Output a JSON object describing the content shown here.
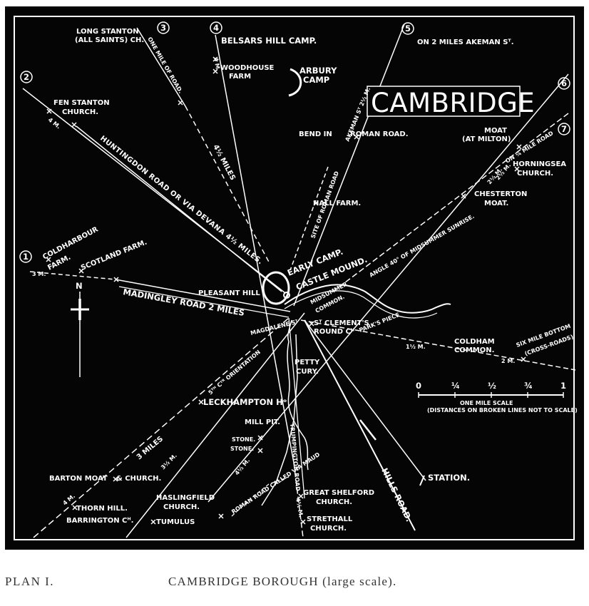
{
  "map": {
    "title": "CAMBRIDGE",
    "route_numbers": [
      "1",
      "2",
      "3",
      "4",
      "5",
      "6",
      "7"
    ],
    "places": {
      "long_stanton": "LONG STANTON",
      "long_stanton_sub": "(ALL SAINTS) CH.",
      "belsars": "BELSARS HILL CAMP.",
      "woodhouse_1": "WOODHOUSE",
      "woodhouse_2": "FARM",
      "arbury_1": "ARBURY",
      "arbury_2": "CAMP",
      "akeman": "ON 2 MILES AKEMAN Sᵀ.",
      "fen_stanton_1": "FEN STANTON",
      "fen_stanton_2": "CHURCH.",
      "bend_in": "BEND IN",
      "roman_road": "ROMAN ROAD.",
      "moat_1": "MOAT",
      "moat_2": "(AT MILTON)",
      "horningsea_1": "HORNINGSEA",
      "horningsea_2": "CHURCH.",
      "chesterton_1": "CHESTERTON",
      "chesterton_2": "MOAT.",
      "hall_farm": "HALL FARM.",
      "coldharbour_1": "COLDHARBOUR",
      "coldharbour_2": "FARM.",
      "scotland": "SCOTLAND FARM.",
      "early_camp": "EARLY CAMP.",
      "castle_mound": "CASTLE MOUND.",
      "pleasant_hill": "PLEASANT HILL",
      "madingley": "MADINGLEY ROAD 2 MILES",
      "midsummer_1": "MIDSUMMER",
      "midsummer_2": "COMMON.",
      "magdalene": "MAGDALENE Sᵀ",
      "st_clements_1": "Sᵀ CLEMENT'S",
      "st_clements_2": "ROUND Cᴴ",
      "parkers_piece": "PARK'S PIECE",
      "coldham_1": "COLDHAM",
      "coldham_2": "COMMON.",
      "six_mile_1": "SIX MILE BOTTOM",
      "six_mile_2": "(CROSS-ROADS)",
      "petty_1": "PETTY",
      "petty_2": "CURY.",
      "leckhampton": "LECKHAMPTON Hᵒ",
      "mill_pit": "MILL PIT.",
      "stone_1": "STONE.",
      "stone_2": "STONE.",
      "barton": "BARTON MOAT",
      "and_church": "& CHURCH.",
      "thorn_hill": "THORN HILL.",
      "barrington": "BARRINGTON Cᴴ.",
      "haslingfield_1": "HASLINGFIELD",
      "haslingfield_2": "CHURCH.",
      "tumulus": "TUMULUS",
      "great_shelford_1": "GREAT SHELFORD",
      "great_shelford_2": "CHURCH.",
      "stretchall_1": "STRETHALL",
      "stretchall_2": "CHURCH.",
      "station": "STATION.",
      "hills_road": "HILLS ROAD."
    },
    "roads": {
      "huntingdon": "HUNTINGDON ROAD OR VIA DEVANA 4½ MILES.",
      "one_mile": "ONE MILE OF ROAD.",
      "four_half": "4½ MILES",
      "akeman_st": "AKEMAN Sᵀ 2½ M.",
      "site_roman": "SITE OF ROMAN ROAD",
      "sunrise": "ANGLE 40° OF MIDSUMMER SUNRISE.",
      "one_quarter_mile": "ON ¼ MILE ROAD",
      "orientation": "5ᵀᴴ Cᵀᴿ ORIENTATION",
      "three_miles": "3 MILES",
      "three_half_m": "3½ M.",
      "via_maud": "ROMAN ROAD CALLED VIA MAUD",
      "three_m": "3 M.",
      "four_m_a": "4 M.",
      "four_m_b": "4 M.",
      "four_m_c": "4½ M.",
      "four_m_d": "4½ M.",
      "four_m_e": "4 M.",
      "one_half_m": "1½ M.",
      "two_m": "2½ M.",
      "two_m_b": "2½ M.",
      "two_m_c": "2 M.",
      "trumpington": "TRUMPINGTON ROAD"
    },
    "scale": {
      "ticks": [
        "0",
        "¼",
        "½",
        "¾",
        "1"
      ],
      "title": "ONE MILE SCALE",
      "note": "(DISTANCES ON BROKEN LINES NOT TO SCALE)"
    },
    "compass": "N"
  },
  "caption": {
    "plan": "PLAN I.",
    "title": "CAMBRIDGE  BOROUGH (large scale)."
  },
  "colors": {
    "panel": "#050505",
    "ink": "#ffffff",
    "caption_text": "#333333"
  }
}
